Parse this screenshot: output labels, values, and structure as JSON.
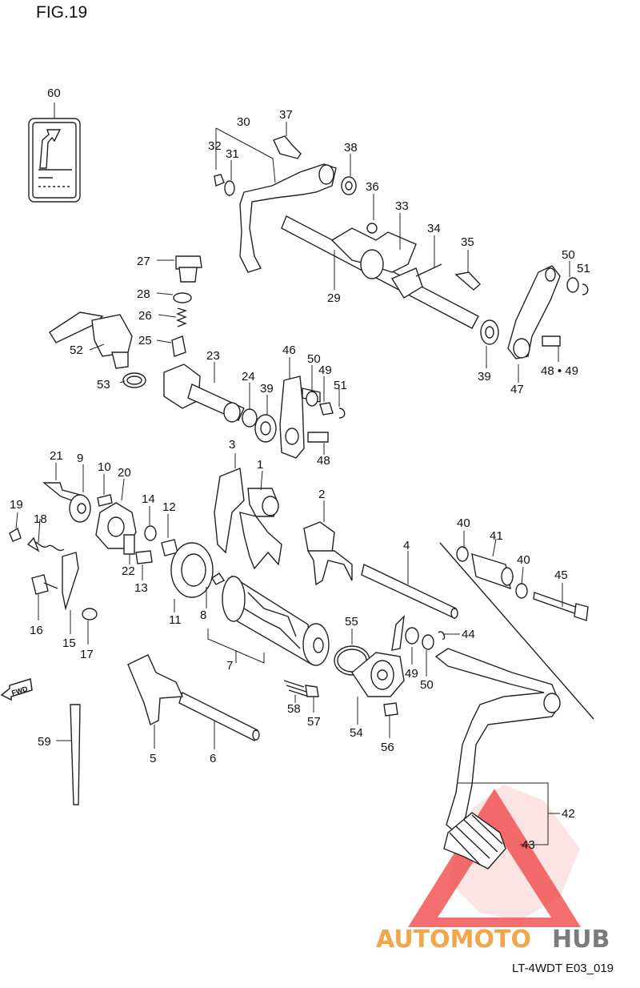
{
  "figure_title": "FIG.19",
  "diagram_code": "LT-4WDT E03_019",
  "watermark": {
    "part1": "AUTOMOTO",
    "part2": "HUB",
    "color_a": "#f3a54a",
    "color_b": "#7b7b7b",
    "triangle_color": "#f04b4b"
  },
  "fwd_label": "FWD",
  "part_labels": {
    "p1": "1",
    "p2": "2",
    "p3": "3",
    "p4": "4",
    "p5": "5",
    "p6": "6",
    "p7": "7",
    "p8": "8",
    "p9": "9",
    "p10": "10",
    "p11": "11",
    "p12": "12",
    "p13": "13",
    "p14": "14",
    "p15": "15",
    "p16": "16",
    "p17": "17",
    "p18": "18",
    "p19": "19",
    "p20": "20",
    "p21": "21",
    "p22": "22",
    "p23": "23",
    "p24": "24",
    "p25": "25",
    "p26": "26",
    "p27": "27",
    "p28": "28",
    "p29": "29",
    "p30": "30",
    "p31": "31",
    "p32": "32",
    "p33": "33",
    "p34": "34",
    "p35": "35",
    "p36": "36",
    "p37": "37",
    "p38": "38",
    "p39a": "39",
    "p39b": "39",
    "p40a": "40",
    "p40b": "40",
    "p41": "41",
    "p42": "42",
    "p43": "43",
    "p44": "44",
    "p45": "45",
    "p46": "46",
    "p47": "47",
    "p48a": "48",
    "p48b": "48",
    "p49a": "49",
    "p49b": "49",
    "p50a": "50",
    "p50b": "50",
    "p50c": "50",
    "p51a": "51",
    "p51b": "51",
    "p52": "52",
    "p53": "53",
    "p54": "54",
    "p55": "55",
    "p56": "56",
    "p57": "57",
    "p58": "58",
    "p59": "59",
    "p60": "60",
    "p48_49": "48 • 49"
  }
}
